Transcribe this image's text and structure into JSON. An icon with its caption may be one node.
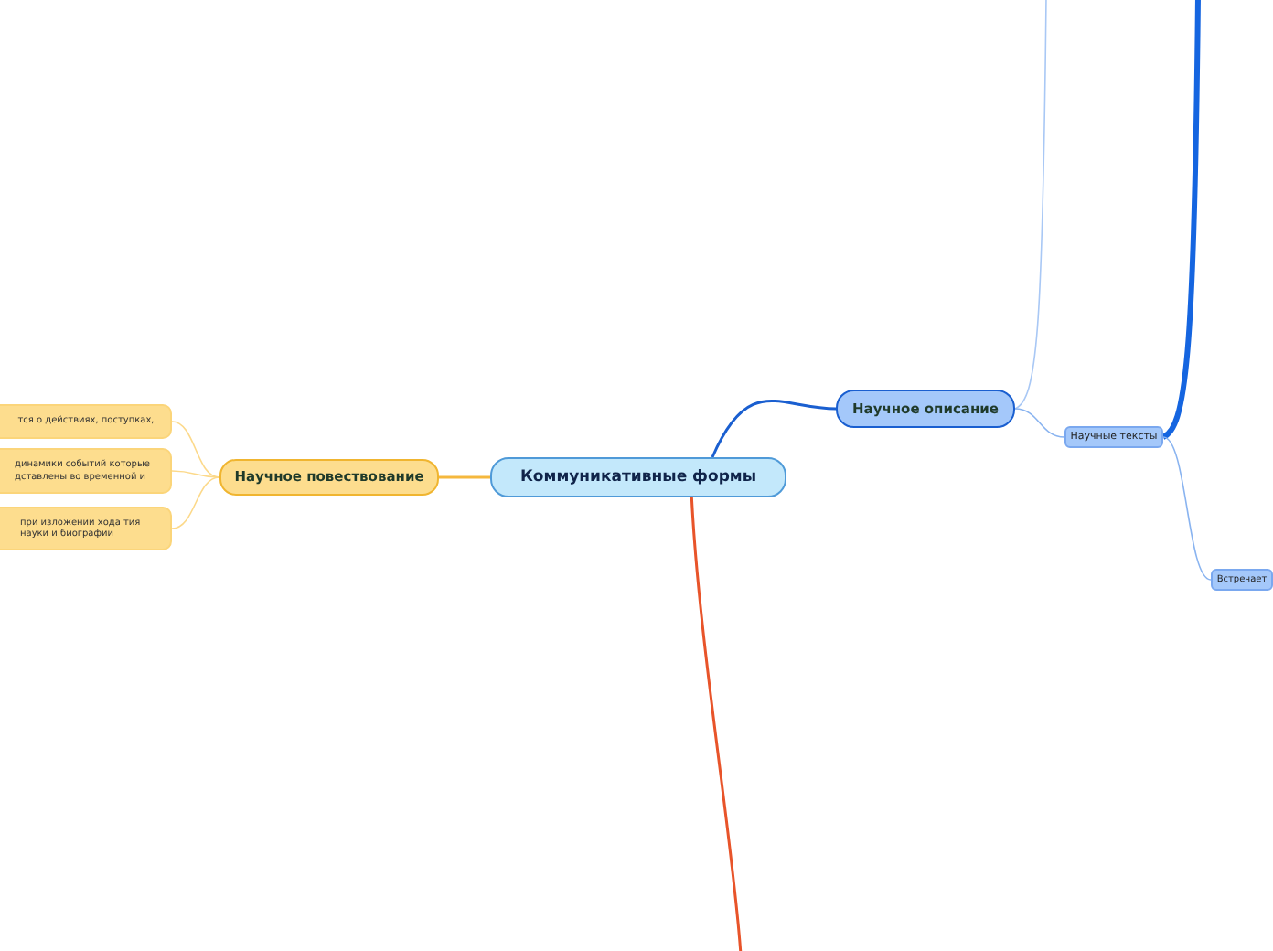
{
  "diagram": {
    "nodes": [
      {
        "text": [
          "Коммуникативные формы"
        ]
      },
      {
        "text": [
          "Научное повествование"
        ]
      },
      {
        "text": [
          "тся о действиях, поступках,"
        ]
      },
      {
        "text": [
          "динамики событий которые дставлены во временной и"
        ]
      },
      {
        "text": [
          "при изложении хода тия науки и биографии"
        ]
      },
      {
        "text": [
          "Научное описание"
        ]
      },
      {
        "text": [
          "Научные тексты"
        ]
      },
      {
        "text": [
          "Встречает"
        ]
      }
    ],
    "edges": [
      {
        "from": 0,
        "to": 1,
        "arrow": "none",
        "color": "#f5b83d"
      },
      {
        "from": 1,
        "to": 2,
        "arrow": "none",
        "color": "#fcd98a"
      },
      {
        "from": 1,
        "to": 3,
        "arrow": "none",
        "color": "#fcd98a"
      },
      {
        "from": 1,
        "to": 4,
        "arrow": "none",
        "color": "#fcd98a"
      },
      {
        "from": 0,
        "to": 5,
        "arrow": "none",
        "color": "#1a5fd0"
      },
      {
        "from": 5,
        "to": null,
        "arrow": "none",
        "color": "#a9c8f5"
      },
      {
        "from": 5,
        "to": 6,
        "arrow": "none",
        "color": "#8ab4f0"
      },
      {
        "from": 6,
        "to": null,
        "arrow": "none",
        "style": "thick",
        "color": "#1565e0"
      },
      {
        "from": 6,
        "to": 7,
        "arrow": "none",
        "color": "#8ab4f0"
      },
      {
        "from": 0,
        "to": null,
        "arrow": "none",
        "color": "#e8542a"
      }
    ]
  }
}
